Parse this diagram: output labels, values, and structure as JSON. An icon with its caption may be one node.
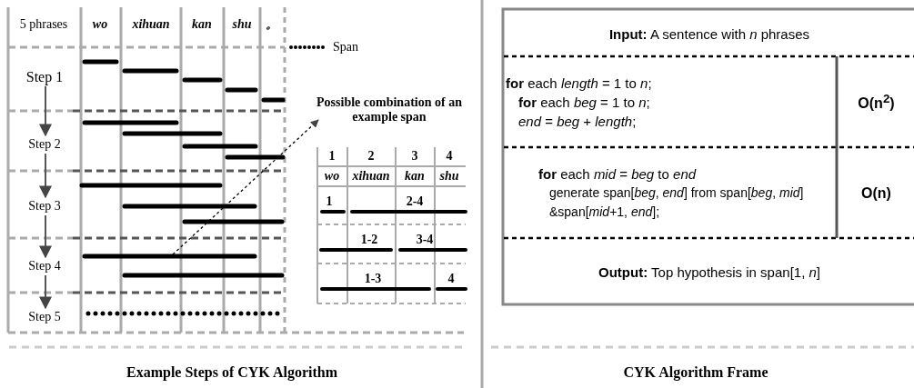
{
  "diagram": {
    "nodes": [
      {
        "text": [
          "Step 1"
        ]
      },
      {
        "text": [
          "Step 2"
        ]
      },
      {
        "text": [
          "Step 3"
        ]
      },
      {
        "text": [
          "Step 4"
        ]
      },
      {
        "text": [
          "Step 5"
        ]
      },
      {
        "text": [],
        "shape": "bar"
      },
      {
        "text": [
          "Possible combination of an example span"
        ]
      },
      {
        "text": [
          "**Input:** A sentence with *n* phrases"
        ]
      },
      {
        "text": [
          "**for** each *length* = 1 to *n*;",
          "**for** each *beg* = 1 to *n*;",
          "*end* = *beg* + *length*;"
        ]
      },
      {
        "text": [
          "O(n$^{2}$)"
        ]
      },
      {
        "text": [
          "**for** each *mid* = *beg* to *end*",
          "generate span[*beg*, *end*] from span[*beg*, *mid*] &span[*mid*+1, *end*];"
        ]
      },
      {
        "text": [
          "O(n)"
        ]
      },
      {
        "text": [
          "**Output:** Top hypothesis in span[1, *n*]"
        ]
      }
    ],
    "edges": [
      {
        "from": 0,
        "to": 1,
        "arrow": "to"
      },
      {
        "from": 1,
        "to": 2,
        "arrow": "to"
      },
      {
        "from": 2,
        "to": 3,
        "arrow": "to"
      },
      {
        "from": 3,
        "to": 4,
        "arrow": "to"
      },
      {
        "from": 5,
        "to": 6,
        "arrow": "to",
        "style": "dashed"
      }
    ],
    "labels": [
      "5 phrases",
      "wo",
      "xihuan",
      "kan",
      "shu",
      "。",
      "1",
      "2",
      "3",
      "4",
      "wo",
      "xihuan",
      "kan",
      "shu",
      "1",
      "2-4",
      "1-2",
      "3-4",
      "1-3",
      "4",
      "Example Steps of CYK Algorithm",
      "CYK Algorithm Frame"
    ],
    "legend": [
      {
        "text": "Span"
      }
    ]
  }
}
